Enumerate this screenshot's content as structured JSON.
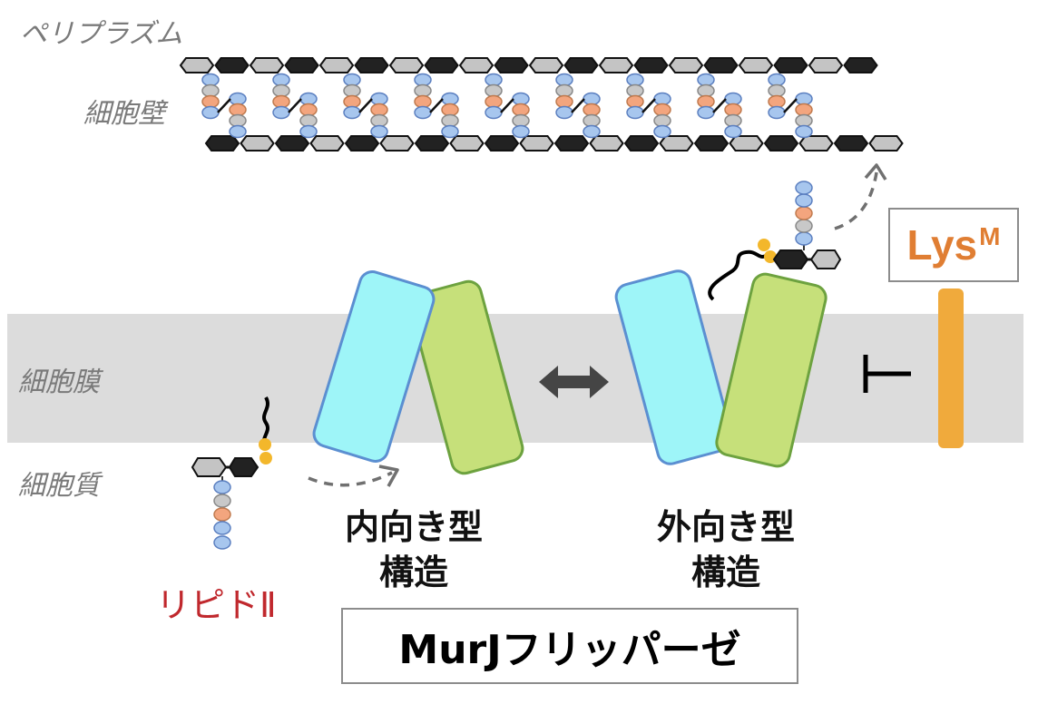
{
  "labels": {
    "periplasm": "ペリプラズム",
    "cell_wall": "細胞壁",
    "membrane": "細胞膜",
    "cytoplasm": "細胞質",
    "lipid_ii": "リピドⅡ",
    "inward_line1": "内向き型",
    "inward_line2": "構造",
    "outward_line1": "外向き型",
    "outward_line2": "構造",
    "lys_main": "Lys",
    "lys_sup": "M",
    "murj_title": "MurJフリッパーゼ"
  },
  "colors": {
    "membrane": "#dcdcdc",
    "domain_cyan": "#9ef5f8",
    "domain_cyan_border": "#5b8fd1",
    "domain_green": "#c6e07a",
    "domain_green_border": "#6da23f",
    "sugar_black": "#222222",
    "sugar_gray": "#c4c4c4",
    "peptide_blue": "#a7c6ee",
    "peptide_orange": "#f3a57e",
    "peptide_gray": "#c8c8c8",
    "phosphate_yellow": "#f3b72b",
    "lys_bar": "#f0aa3c",
    "lys_text": "#e07e33",
    "lipid_text": "#c0282d",
    "arrow_dark": "#454545",
    "arrow_dashed": "#707070"
  }
}
